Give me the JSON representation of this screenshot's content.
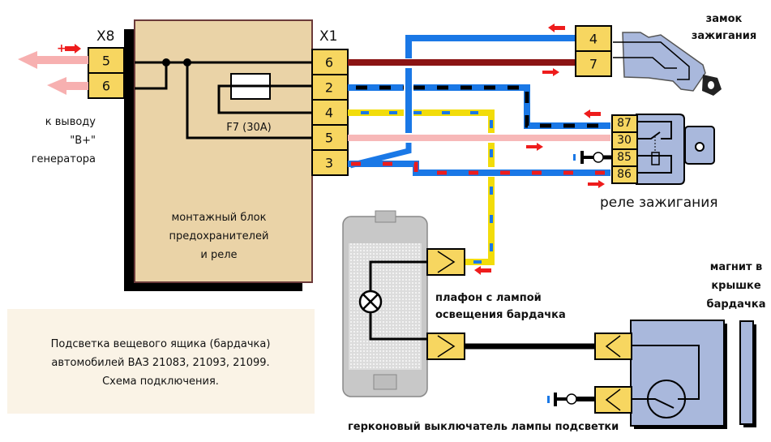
{
  "title": {
    "lines": [
      "Подсветка вещевого ящика (бардачка)",
      "автомобилей ВАЗ 21083, 21093, 21099.",
      "Схема подключения."
    ]
  },
  "fuse_block": {
    "label_lines": [
      "монтажный блок",
      "предохранителей",
      "и реле"
    ],
    "connector_x8": {
      "name": "X8",
      "pins": [
        "5",
        "6"
      ]
    },
    "connector_x1": {
      "name": "X1",
      "pins": [
        "6",
        "2",
        "4",
        "5",
        "3"
      ]
    },
    "fuse_label": "F7 (30A)"
  },
  "generator": {
    "label_lines": [
      "к выводу",
      "\"B+\"",
      "генератора"
    ],
    "plus_sign": "+"
  },
  "ignition_switch": {
    "label_lines": [
      "замок",
      "зажигания"
    ],
    "pins": [
      "4",
      "7"
    ]
  },
  "ignition_relay": {
    "label": "реле зажигания",
    "pins": [
      "87",
      "30",
      "85",
      "86"
    ]
  },
  "lamp": {
    "label_lines": [
      "плафон с лампой",
      "освещения бардачка"
    ]
  },
  "reed_switch": {
    "label": "герконовый выключатель лампы подсветки"
  },
  "magnet": {
    "label_lines": [
      "магнит в",
      "крышке",
      "бардачка"
    ]
  },
  "colors": {
    "connector": "#f7d660",
    "block": "#ead3a7",
    "block_border": "#6b3a3a",
    "relay_body": "#a9b8dc",
    "wire_blue": "#1a78e6",
    "wire_brown": "#8b1414",
    "wire_pink": "#f7b8b8",
    "wire_yellow": "#f2dc0a",
    "arrow_red": "#ee1c1c",
    "title_bg": "#faf3e6"
  }
}
